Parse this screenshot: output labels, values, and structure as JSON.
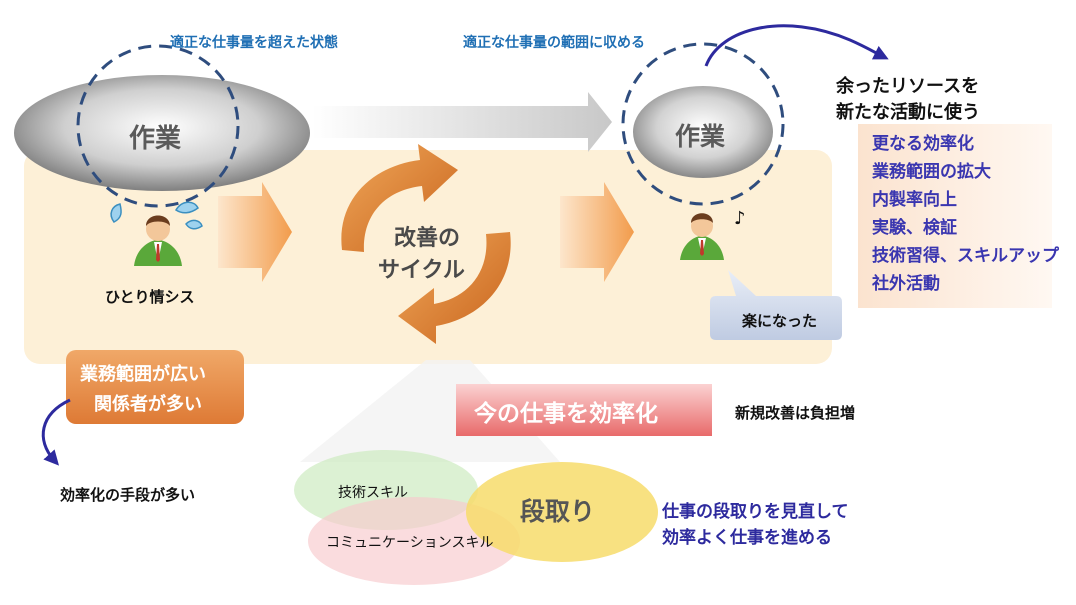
{
  "top_left_caption": "適正な仕事量を超えた状態",
  "top_mid_caption": "適正な仕事量の範囲に収める",
  "work_label_left": "作業",
  "work_label_right": "作業",
  "person_left_label": "ひとり情シス",
  "cycle_label_line1": "改善の",
  "cycle_label_line2": "サイクル",
  "relief_label": "楽になった",
  "music_note": "♪",
  "resource_title_line1": "余ったリソースを",
  "resource_title_line2": "新たな活動に使う",
  "resource_items": [
    "更なる効率化",
    "業務範囲の拡大",
    "内製率向上",
    "実験、検証",
    "技術習得、スキルアップ",
    "社外活動"
  ],
  "scope_box_line1": "業務範囲が広い",
  "scope_box_line2": "関係者が多い",
  "means_label": "効率化の手段が多い",
  "efficiency_banner": "今の仕事を効率化",
  "new_improvement_label": "新規改善は負担増",
  "skill_tech": "技術スキル",
  "skill_comm": "コミュニケーションスキル",
  "skill_plan": "段取り",
  "plan_note_line1": "仕事の段取りを見直して",
  "plan_note_line2": "効率よく仕事を進める",
  "colors": {
    "panel": "#fdf0d7",
    "accent_orange": "#e07b2e",
    "dash_blue": "#2f4d7e",
    "text_blue": "#1f6fb4",
    "text_purple": "#2d2a9e"
  }
}
